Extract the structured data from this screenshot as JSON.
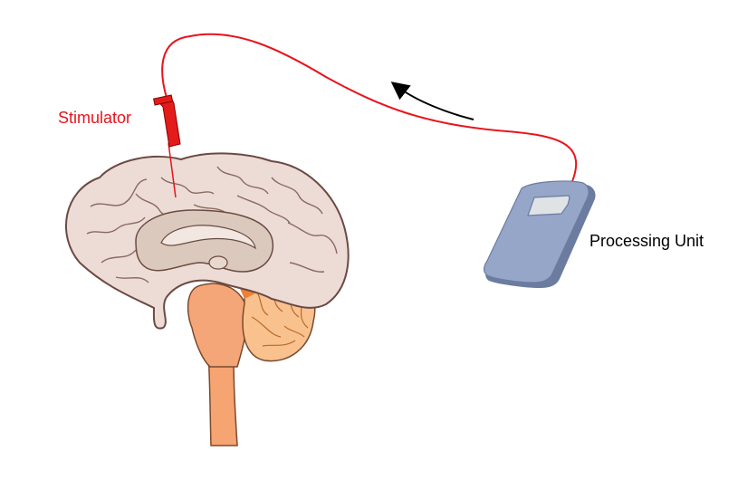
{
  "labels": {
    "stimulator": "Stimulator",
    "processing_unit": "Processing Unit"
  },
  "colors": {
    "wire": "#e8141c",
    "stimulator_label": "#e8141c",
    "stimulator_body": "#e31b1b",
    "stimulator_outline": "#8a0000",
    "cortex": "#eddcd6",
    "cortex_outline": "#6b4a43",
    "gyri_lines": "#8a6a62",
    "inner_brain": "#dcc9bd",
    "corpus": "#f2e7e1",
    "brainstem": "#f5a679",
    "spinal_cord": "#f6a471",
    "cerebellum": "#f8c18e",
    "cerebellum_lines": "#b86a2a",
    "pons_accent": "#ef8032",
    "device_body": "#95a6c9",
    "device_edge": "#6b7ca0",
    "device_screen": "#dfe3e6",
    "arrow": "#000000",
    "text": "#000000"
  },
  "icons": {
    "brain": "brain-sagittal-icon",
    "stimulator": "electrode-icon",
    "device": "processing-unit-icon",
    "arrow": "signal-direction-arrow"
  }
}
